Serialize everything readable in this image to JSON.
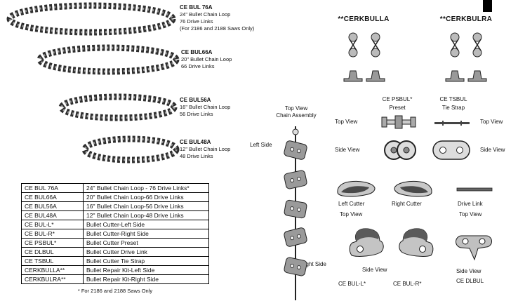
{
  "colors": {
    "ink": "#111111",
    "paper": "#ffffff"
  },
  "loop_labels": [
    {
      "part": "CE BUL 76A",
      "desc": "24\" Bullet Chain Loop",
      "links": "76 Drive Links",
      "note": "(For 2186 and 2188 Saws Only)"
    },
    {
      "part": "CE BUL66A",
      "desc": "20\" Bullet Chain Loop",
      "links": "66 Drive Links"
    },
    {
      "part": "CE BUL56A",
      "desc": "16\" Bullet Chain Loop",
      "links": "56 Drive Links"
    },
    {
      "part": "CE BUL48A",
      "desc": "12\" Bullet Chain Loop",
      "links": "48 Drive Links"
    }
  ],
  "table": {
    "rows": [
      {
        "part": "CE BUL 76A",
        "desc": "24\" Bullet Chain Loop - 76 Drive Links*"
      },
      {
        "part": "CE BUL66A",
        "desc": "20\" Bullet Chain Loop-66 Drive Links"
      },
      {
        "part": "CE BUL56A",
        "desc": "16\" Bullet Chain Loop-56 Drive Links"
      },
      {
        "part": "CE BUL48A",
        "desc": "12\" Bullet Chain Loop-48 Drive Links"
      },
      {
        "part": "CE BUL-L*",
        "desc": "Bullet Cutter-Left Side"
      },
      {
        "part": "CE BUL-R*",
        "desc": "Bullet Cutter-Right Side"
      },
      {
        "part": "CE PSBUL*",
        "desc": "Bullet Cutter Preset"
      },
      {
        "part": "CE DLBUL",
        "desc": "Bullet Cutter Drive Link"
      },
      {
        "part": "CE TSBUL",
        "desc": "Bullet Cutter Tie Strap"
      },
      {
        "part": "CERKBULLA**",
        "desc": "Bullet Repair Kit-Left Side"
      },
      {
        "part": "CERKBULRA**",
        "desc": "Bullet Repair Kit-Right Side"
      }
    ],
    "footnote": "* For 2186 and 2188 Saws Only"
  },
  "assembly": {
    "title1": "Top View",
    "title2": "Chain Assembly",
    "left": "Left Side",
    "right": "Right Side"
  },
  "kits": {
    "left": "**CERKBULLA",
    "right": "**CERKBULRA"
  },
  "components": {
    "preset_part": "CE PSBUL*",
    "preset_name": "Preset",
    "tiestrap_part": "CE TSBUL",
    "tiestrap_name": "Tie Strap",
    "left_cutter": "Left Cutter",
    "right_cutter": "Right Cutter",
    "drive_link": "Drive Link",
    "bul_l": "CE BUL-L*",
    "bul_r": "CE BUL-R*",
    "dlbul": "CE DLBUL"
  },
  "labels": {
    "top_view": "Top View",
    "side_view": "Side View"
  }
}
